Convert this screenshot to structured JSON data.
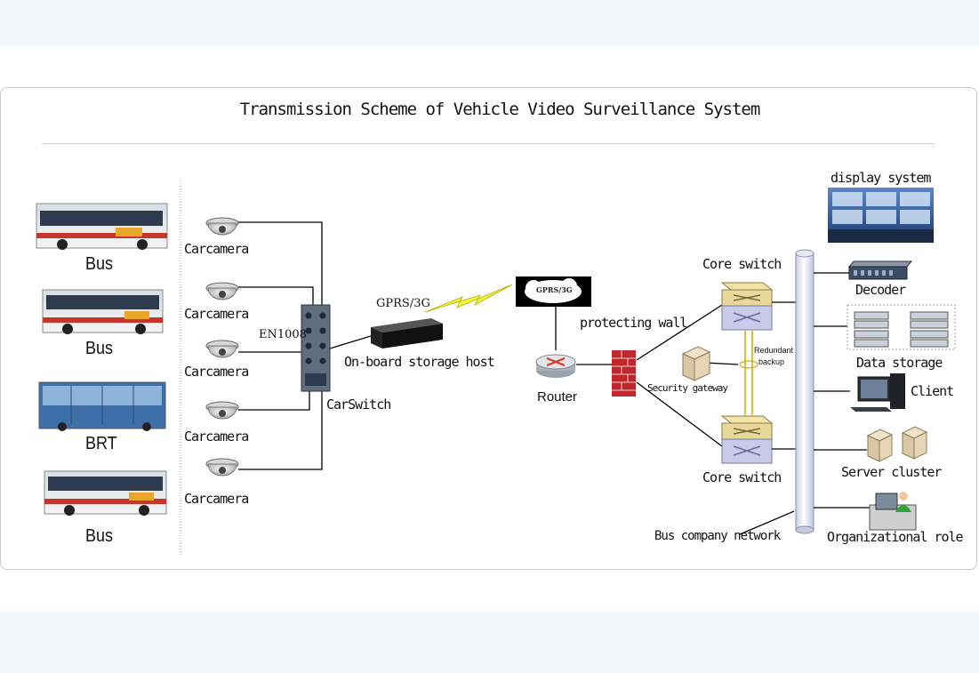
{
  "title": "Transmission Scheme of Vehicle Video Surveillance System",
  "vehicles": [
    {
      "label": "Bus"
    },
    {
      "label": "Bus"
    },
    {
      "label": "BRT"
    },
    {
      "label": "Bus"
    }
  ],
  "cameras": [
    "Carcamera",
    "Carcamera",
    "Carcamera",
    "Carcamera",
    "Carcamera"
  ],
  "car_switch": {
    "model": "EN1008",
    "label": "CarSwitch"
  },
  "storage_host": {
    "link_label": "GPRS/3G",
    "label": "On-board storage host"
  },
  "cloud_label": "GPRS/3G",
  "router_label": "Router",
  "firewall_label": "protecting wall",
  "security_gateway_label": "Security gateway",
  "redundant_label_line1": "Redundant",
  "redundant_label_line2": "backup",
  "core_switch_top_label": "Core switch",
  "core_switch_bottom_label": "Core switch",
  "network_label": "Bus company network",
  "display_system_label": "display system",
  "decoder_label": "Decoder",
  "data_storage_label": "Data storage",
  "client_label": "Client",
  "server_cluster_label": "Server cluster",
  "organizational_role_label": "Organizational role",
  "colors": {
    "line": "#000000",
    "lightning": "#f4f43c",
    "firewall": "#c0272d",
    "switch_top": "#e8d89a",
    "switch_body": "#c9c9e8",
    "redundant": "#d8c23a",
    "background_band": "#f3f8fc"
  }
}
